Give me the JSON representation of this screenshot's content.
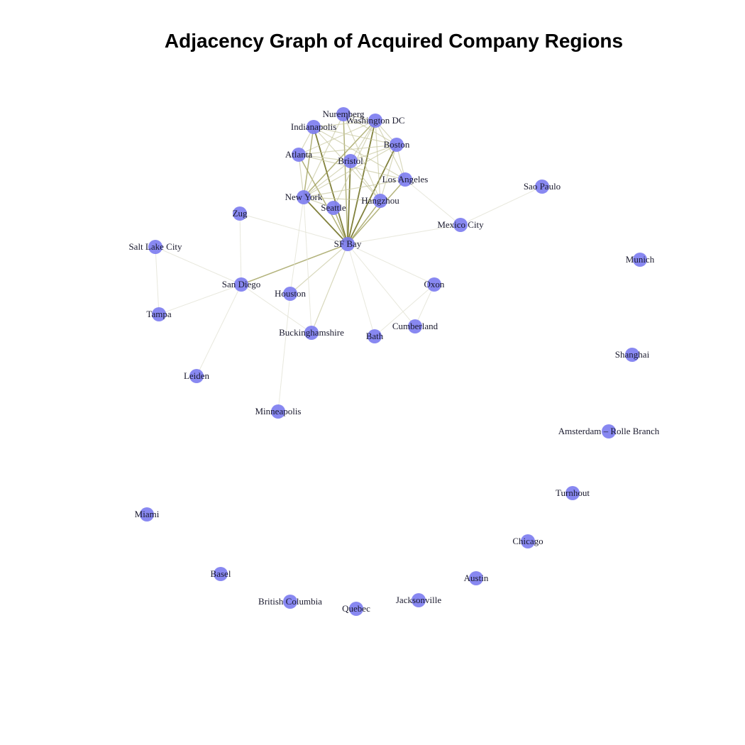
{
  "title": "Adjacency Graph of Acquired Company Regions",
  "colors": {
    "node": "#7b7bf0",
    "edge_strong": "#6b6b1a",
    "edge_medium": "#9a9a50",
    "edge_light": "#c8c8a0",
    "edge_faint": "#e2e2d4",
    "label": "#1a1a2e"
  },
  "nodes": [
    {
      "id": "nuremberg",
      "label": "Nuremberg"
    },
    {
      "id": "washington",
      "label": "Washington DC"
    },
    {
      "id": "indianapolis",
      "label": "Indianapolis"
    },
    {
      "id": "boston",
      "label": "Boston"
    },
    {
      "id": "atlanta",
      "label": "Atlanta"
    },
    {
      "id": "bristol",
      "label": "Bristol"
    },
    {
      "id": "losangeles",
      "label": "Los Angeles"
    },
    {
      "id": "newyork",
      "label": "New York"
    },
    {
      "id": "hangzhou",
      "label": "Hangzhou"
    },
    {
      "id": "seattle",
      "label": "Seattle"
    },
    {
      "id": "saopaulo",
      "label": "Sao Paulo"
    },
    {
      "id": "zug",
      "label": "Zug"
    },
    {
      "id": "mexicocity",
      "label": "Mexico City"
    },
    {
      "id": "sfbay",
      "label": "SF Bay"
    },
    {
      "id": "saltlake",
      "label": "Salt Lake City"
    },
    {
      "id": "munich",
      "label": "Munich"
    },
    {
      "id": "sandiego",
      "label": "San Diego"
    },
    {
      "id": "oxon",
      "label": "Oxon"
    },
    {
      "id": "houston",
      "label": "Houston"
    },
    {
      "id": "tampa",
      "label": "Tampa"
    },
    {
      "id": "cumberland",
      "label": "Cumberland"
    },
    {
      "id": "buckinghamshire",
      "label": "Buckinghamshire"
    },
    {
      "id": "bath",
      "label": "Bath"
    },
    {
      "id": "shanghai",
      "label": "Shanghai"
    },
    {
      "id": "leiden",
      "label": "Leiden"
    },
    {
      "id": "minneapolis",
      "label": "Minneapolis"
    },
    {
      "id": "amsterdam",
      "label": "Amsterdam – Rolle Branch"
    },
    {
      "id": "turnhout",
      "label": "Turnhout"
    },
    {
      "id": "miami",
      "label": "Miami"
    },
    {
      "id": "chicago",
      "label": "Chicago"
    },
    {
      "id": "basel",
      "label": "Basel"
    },
    {
      "id": "austin",
      "label": "Austin"
    },
    {
      "id": "britishcolumbia",
      "label": "British Columbia"
    },
    {
      "id": "jacksonville",
      "label": "Jacksonville"
    },
    {
      "id": "quebec",
      "label": "Quebec"
    }
  ],
  "edges": [
    {
      "source": "sfbay",
      "target": "washington",
      "strength": "strong"
    },
    {
      "source": "sfbay",
      "target": "boston",
      "strength": "strong"
    },
    {
      "source": "sfbay",
      "target": "indianapolis",
      "strength": "strong"
    },
    {
      "source": "sfbay",
      "target": "newyork",
      "strength": "strong"
    },
    {
      "source": "sfbay",
      "target": "nuremberg",
      "strength": "medium"
    },
    {
      "source": "sfbay",
      "target": "bristol",
      "strength": "strong"
    },
    {
      "source": "sfbay",
      "target": "atlanta",
      "strength": "medium"
    },
    {
      "source": "sfbay",
      "target": "losangeles",
      "strength": "medium"
    },
    {
      "source": "sfbay",
      "target": "hangzhou",
      "strength": "medium"
    },
    {
      "source": "sfbay",
      "target": "seattle",
      "strength": "medium"
    },
    {
      "source": "sfbay",
      "target": "sandiego",
      "strength": "medium"
    },
    {
      "source": "sfbay",
      "target": "buckinghamshire",
      "strength": "light"
    },
    {
      "source": "sfbay",
      "target": "houston",
      "strength": "light"
    },
    {
      "source": "sfbay",
      "target": "mexicocity",
      "strength": "faint"
    },
    {
      "source": "sfbay",
      "target": "zug",
      "strength": "faint"
    },
    {
      "source": "sfbay",
      "target": "oxon",
      "strength": "faint"
    },
    {
      "source": "sfbay",
      "target": "bath",
      "strength": "faint"
    },
    {
      "source": "sfbay",
      "target": "cumberland",
      "strength": "faint"
    },
    {
      "source": "washington",
      "target": "newyork",
      "strength": "medium"
    },
    {
      "source": "washington",
      "target": "boston",
      "strength": "light"
    },
    {
      "source": "washington",
      "target": "indianapolis",
      "strength": "light"
    },
    {
      "source": "washington",
      "target": "atlanta",
      "strength": "light"
    },
    {
      "source": "washington",
      "target": "bristol",
      "strength": "light"
    },
    {
      "source": "washington",
      "target": "losangeles",
      "strength": "light"
    },
    {
      "source": "washington",
      "target": "hangzhou",
      "strength": "light"
    },
    {
      "source": "washington",
      "target": "seattle",
      "strength": "light"
    },
    {
      "source": "boston",
      "target": "newyork",
      "strength": "light"
    },
    {
      "source": "boston",
      "target": "indianapolis",
      "strength": "light"
    },
    {
      "source": "boston",
      "target": "atlanta",
      "strength": "light"
    },
    {
      "source": "boston",
      "target": "bristol",
      "strength": "light"
    },
    {
      "source": "boston",
      "target": "hangzhou",
      "strength": "light"
    },
    {
      "source": "boston",
      "target": "losangeles",
      "strength": "light"
    },
    {
      "source": "indianapolis",
      "target": "newyork",
      "strength": "medium"
    },
    {
      "source": "indianapolis",
      "target": "atlanta",
      "strength": "light"
    },
    {
      "source": "indianapolis",
      "target": "hangzhou",
      "strength": "light"
    },
    {
      "source": "indianapolis",
      "target": "losangeles",
      "strength": "light"
    },
    {
      "source": "atlanta",
      "target": "newyork",
      "strength": "light"
    },
    {
      "source": "atlanta",
      "target": "losangeles",
      "strength": "light"
    },
    {
      "source": "atlanta",
      "target": "bristol",
      "strength": "light"
    },
    {
      "source": "nuremberg",
      "target": "newyork",
      "strength": "light"
    },
    {
      "source": "nuremberg",
      "target": "boston",
      "strength": "light"
    },
    {
      "source": "nuremberg",
      "target": "hangzhou",
      "strength": "light"
    },
    {
      "source": "nuremberg",
      "target": "washington",
      "strength": "light"
    },
    {
      "source": "bristol",
      "target": "newyork",
      "strength": "light"
    },
    {
      "source": "bristol",
      "target": "hangzhou",
      "strength": "light"
    },
    {
      "source": "newyork",
      "target": "losangeles",
      "strength": "light"
    },
    {
      "source": "newyork",
      "target": "hangzhou",
      "strength": "light"
    },
    {
      "source": "newyork",
      "target": "seattle",
      "strength": "light"
    },
    {
      "source": "newyork",
      "target": "houston",
      "strength": "faint"
    },
    {
      "source": "newyork",
      "target": "buckinghamshire",
      "strength": "faint"
    },
    {
      "source": "losangeles",
      "target": "mexicocity",
      "strength": "faint"
    },
    {
      "source": "mexicocity",
      "target": "saopaulo",
      "strength": "faint"
    },
    {
      "source": "zug",
      "target": "sandiego",
      "strength": "faint"
    },
    {
      "source": "saltlake",
      "target": "sandiego",
      "strength": "faint"
    },
    {
      "source": "saltlake",
      "target": "tampa",
      "strength": "faint"
    },
    {
      "source": "sandiego",
      "target": "tampa",
      "strength": "faint"
    },
    {
      "source": "sandiego",
      "target": "leiden",
      "strength": "faint"
    },
    {
      "source": "sandiego",
      "target": "buckinghamshire",
      "strength": "faint"
    },
    {
      "source": "oxon",
      "target": "cumberland",
      "strength": "faint"
    },
    {
      "source": "oxon",
      "target": "bath",
      "strength": "faint"
    },
    {
      "source": "houston",
      "target": "minneapolis",
      "strength": "faint"
    }
  ]
}
